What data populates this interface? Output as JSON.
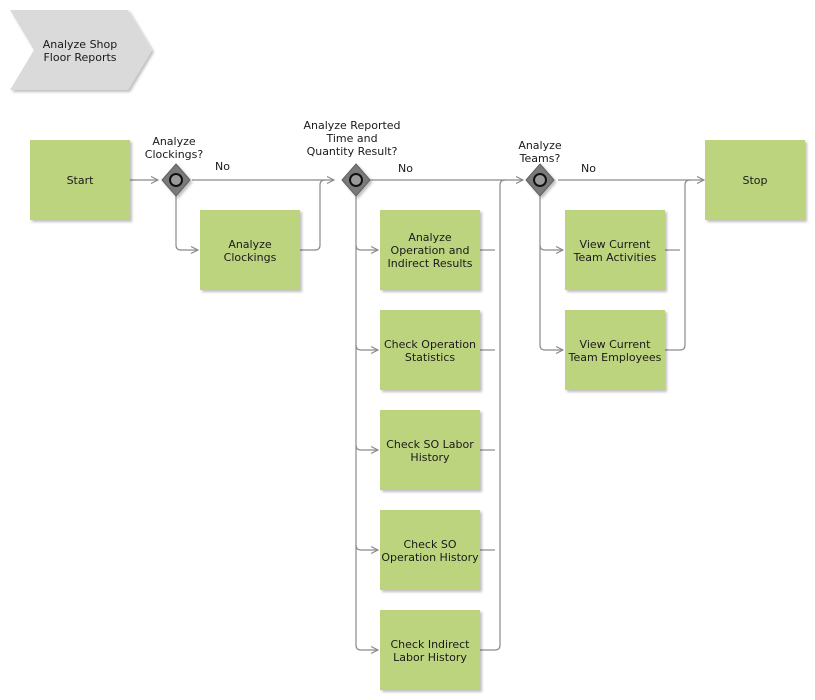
{
  "colors": {
    "box_fill": "#bdd47f",
    "box_stroke": "#a8c06a",
    "header_fill": "#dadada",
    "gateway_fill": "#7a7a7a",
    "line": "#8a8a8a"
  },
  "header": {
    "line1": "Analyze Shop",
    "line2": "Floor Reports"
  },
  "events": {
    "start": "Start",
    "stop": "Stop"
  },
  "gateways": {
    "g1": {
      "line1": "Analyze",
      "line2": "Clockings?"
    },
    "g2": {
      "line1": "Analyze Reported",
      "line2": "Time and",
      "line3": "Quantity Result?"
    },
    "g3": {
      "line1": "Analyze",
      "line2": "Teams?"
    }
  },
  "no_label": "No",
  "tasks": {
    "analyze_clockings": {
      "line1": "Analyze",
      "line2": "Clockings"
    },
    "analyze_operation": {
      "line1": "Analyze",
      "line2": "Operation and",
      "line3": "Indirect Results"
    },
    "check_operation_statistics": {
      "line1": "Check Operation",
      "line2": "Statistics"
    },
    "check_so_labor_history": {
      "line1": "Check SO Labor",
      "line2": "History"
    },
    "check_so_operation_history": {
      "line1": "Check SO",
      "line2": "Operation History"
    },
    "check_indirect_labor_history": {
      "line1": "Check Indirect",
      "line2": "Labor History"
    },
    "view_team_activities": {
      "line1": "View Current",
      "line2": "Team Activities"
    },
    "view_team_employees": {
      "line1": "View Current",
      "line2": "Team Employees"
    }
  }
}
